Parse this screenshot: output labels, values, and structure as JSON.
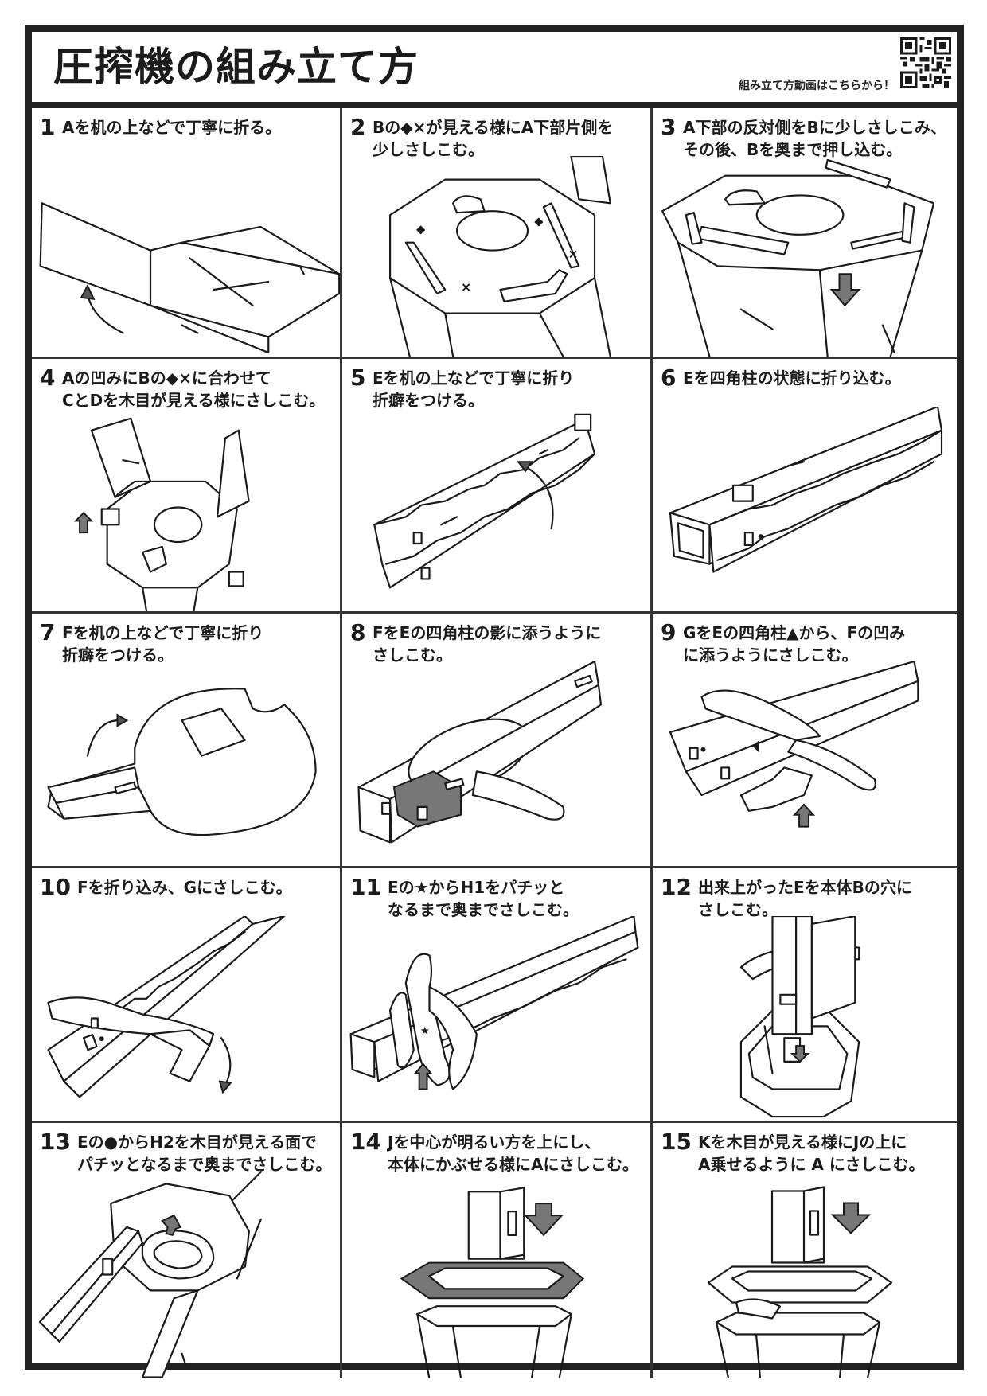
{
  "header": {
    "title": "圧搾機の組み立て方",
    "video_link_label": "組み立て方動画はこちらから！",
    "qr_icon": "qr-code-icon"
  },
  "steps": [
    {
      "number": "1",
      "text": "Aを机の上などで丁寧に折る。"
    },
    {
      "number": "2",
      "text": "Bの◆×が見える様にA下部片側を\n少しさしこむ。"
    },
    {
      "number": "3",
      "text": "A下部の反対側をBに少しさしこみ、\nその後、Bを奥まで押し込む。"
    },
    {
      "number": "4",
      "text": "Aの凹みにBの◆×に合わせて\nCとDを木目が見える様にさしこむ。"
    },
    {
      "number": "5",
      "text": "Eを机の上などで丁寧に折り\n折癖をつける。"
    },
    {
      "number": "6",
      "text": "Eを四角柱の状態に折り込む。"
    },
    {
      "number": "7",
      "text": "Fを机の上などで丁寧に折り\n折癖をつける。"
    },
    {
      "number": "8",
      "text": "FをEの四角柱の影に添うように\nさしこむ。"
    },
    {
      "number": "9",
      "text": "GをEの四角柱▲から、Fの凹み\nに添うようにさしこむ。"
    },
    {
      "number": "10",
      "text": "Fを折り込み、Gにさしこむ。"
    },
    {
      "number": "11",
      "text": "Eの★からH1をパチッと\nなるまで奥までさしこむ。"
    },
    {
      "number": "12",
      "text": "出来上がったEを本体Bの穴に\nさしこむ。"
    },
    {
      "number": "13",
      "text": "Eの●からH2を木目が見える面で\nパチッとなるまで奥までさしこむ。"
    },
    {
      "number": "14",
      "text": "Jを中心が明るい方を上にし、\n本体にかぶせる様にAにさしこむ。"
    },
    {
      "number": "15",
      "text": "Kを木目が見える様にJの上に\nA乗せるように A にさしこむ。"
    }
  ],
  "colors": {
    "border": "#222222",
    "line": "#1a1a1a",
    "shade": "#777777",
    "background": "#ffffff"
  }
}
